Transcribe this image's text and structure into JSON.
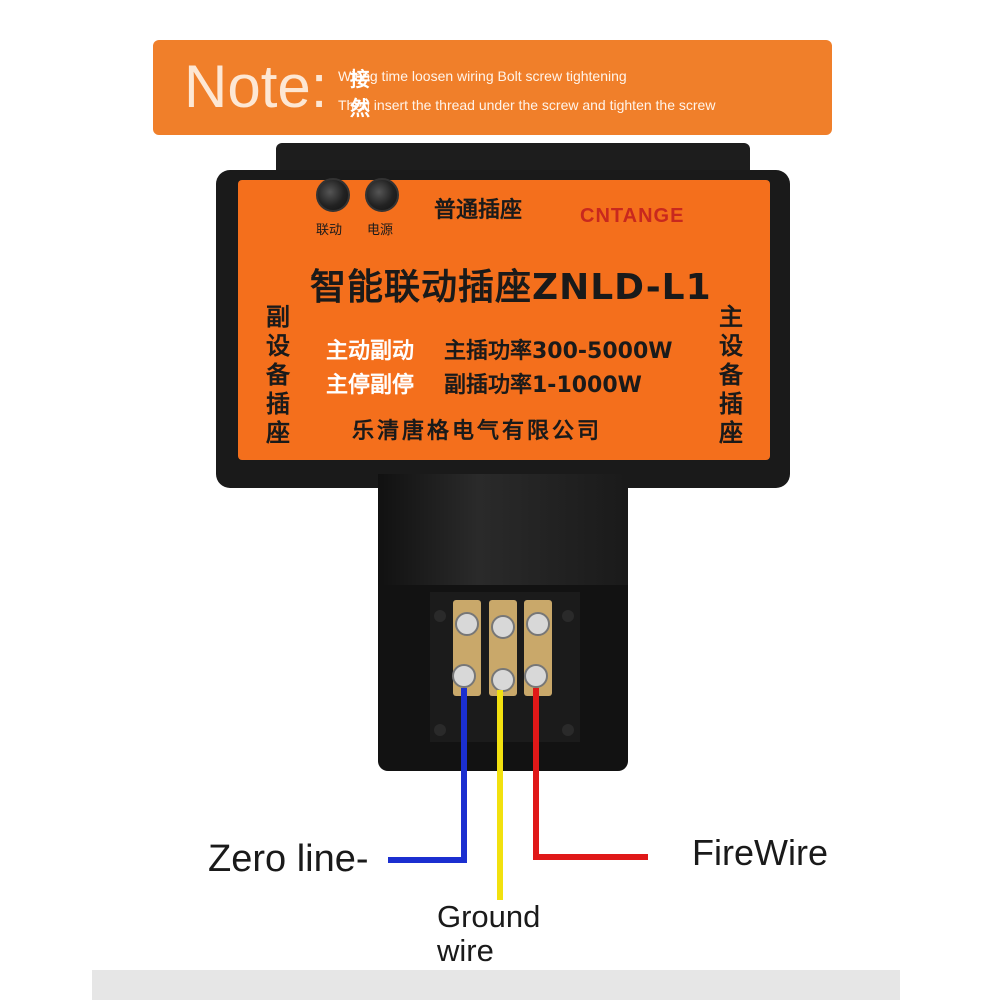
{
  "note": {
    "label": "Note:",
    "cn_char_1": "接",
    "cn_char_2": "然",
    "line1": "Wiring time loosen wiring Bolt screw tightening",
    "line2": "Then insert the thread under the screw and tighten the screw"
  },
  "device": {
    "indicator_linkage": "联动",
    "indicator_power": "电源",
    "socket_type": "普通插座",
    "brand": "CNTANGE",
    "model_title": "智能联动插座ZNLD-L1",
    "left_vertical": "副设备插座",
    "right_vertical": "主设备插座",
    "mode_1": "主动副动",
    "mode_2": "主停副停",
    "main_power": "主插功率300-5000W",
    "sub_power": "副插功率1-1000W",
    "company": "乐清唐格电气有限公司",
    "panel_color": "#f46f1c",
    "housing_color": "#1a1a1a"
  },
  "wires": {
    "zero_label": "Zero line-",
    "ground_label": "Ground wire",
    "fire_label": "FireWire",
    "zero_color": "#1b2fd0",
    "ground_color": "#f2e10f",
    "fire_color": "#e01818"
  }
}
